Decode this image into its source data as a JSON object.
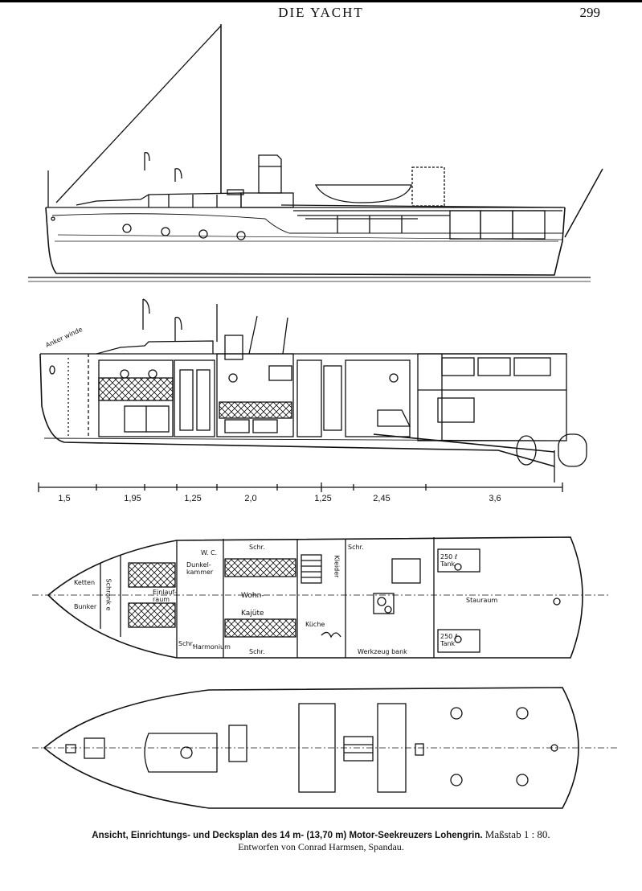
{
  "header": {
    "running_title": "DIE YACHT",
    "page_number": "299"
  },
  "scale_bar": {
    "labels": [
      "1,5",
      "1,95",
      "1,25",
      "2,0",
      "1,25",
      "2,45",
      "3,6"
    ]
  },
  "room_labels": {
    "anker_winde": "Anker winde",
    "ketten": "Ketten",
    "bunker": "Bunker",
    "schrank_vert": "Schrank e",
    "einlauf_raum": "Einlauf-raum",
    "wc": "W. C.",
    "dunkelkammer": "Dunkel-kammer",
    "schr_1": "Schr.",
    "schr_2": "Schr.",
    "schr_3": "Schr.",
    "schr_4": "Schr.",
    "harmonium": "Harmonium",
    "wohn_kajute": "Wohn-Kajüte",
    "kleider": "Kleider",
    "kuche": "Küche",
    "werkzeugbank": "Werkzeug bank",
    "tank_1": "250 ℓ Tank",
    "tank_2": "250 ℓ Tank",
    "stauraum": "Stauraum"
  },
  "caption": {
    "main": "Ansicht, Einrichtungs- und Decksplan des 14 m- (13,70 m) Motor-Seekreuzers Lohengrin.",
    "scale": "Maßstab 1 : 80.",
    "designer": "Entworfen von Conrad Harmsen, Spandau."
  }
}
